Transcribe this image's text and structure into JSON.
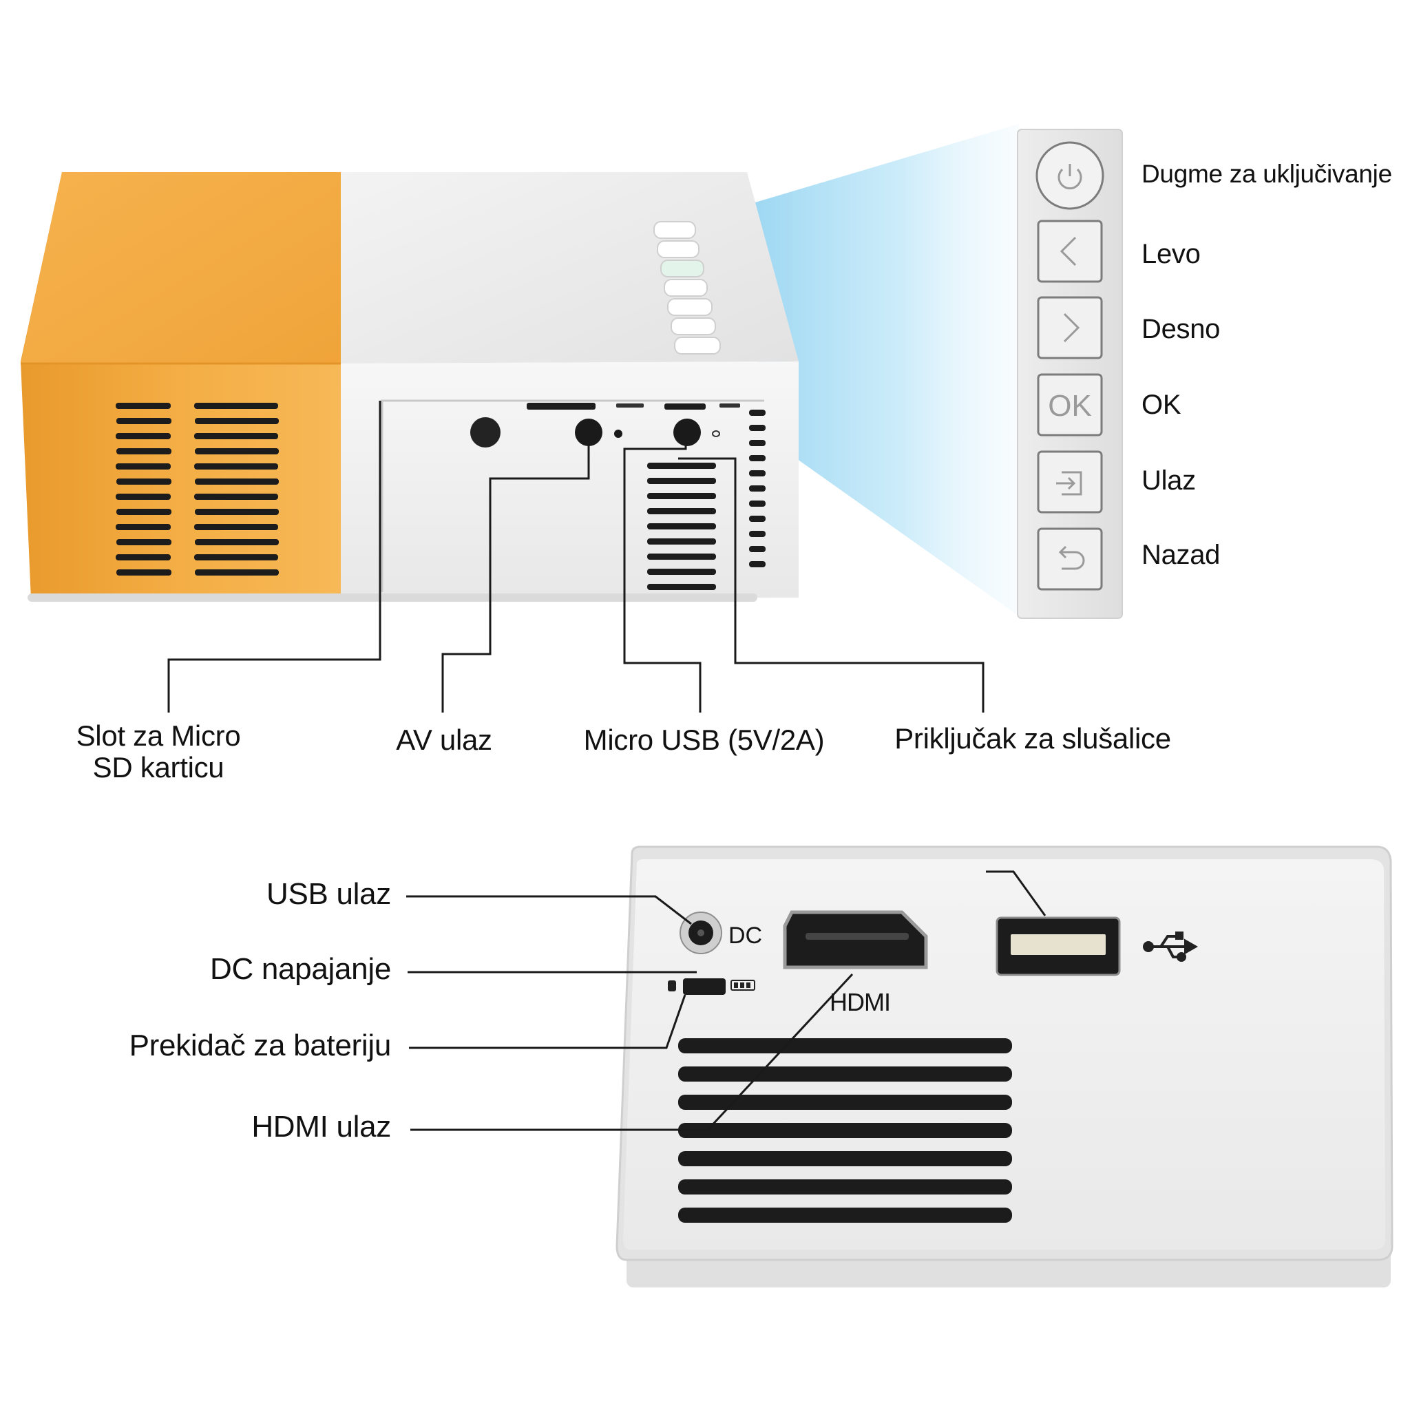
{
  "top_view": {
    "buttons": [
      {
        "id": "power",
        "label": "Dugme za uključivanje",
        "icon": "power-icon"
      },
      {
        "id": "left",
        "label": "Levo",
        "icon": "chevron-left-icon"
      },
      {
        "id": "right",
        "label": "Desno",
        "icon": "chevron-right-icon"
      },
      {
        "id": "ok",
        "label": "OK",
        "icon": "ok-text",
        "icon_text": "OK"
      },
      {
        "id": "input",
        "label": "Ulaz",
        "icon": "input-icon"
      },
      {
        "id": "back",
        "label": "Nazad",
        "icon": "back-icon"
      }
    ],
    "ports": [
      {
        "id": "micro-sd",
        "label": "Slot za Micro\nSD karticu"
      },
      {
        "id": "av",
        "label": "AV ulaz"
      },
      {
        "id": "micro-usb",
        "label": "Micro USB (5V/2A)"
      },
      {
        "id": "headphone",
        "label": "Priključak za slušalice"
      }
    ]
  },
  "back_view": {
    "callouts": [
      {
        "id": "usb",
        "label": "USB ulaz"
      },
      {
        "id": "dc",
        "label": "DC napajanje"
      },
      {
        "id": "battery",
        "label": "Prekidač za bateriju"
      },
      {
        "id": "hdmi",
        "label": "HDMI ulaz"
      }
    ],
    "panel_marks": {
      "dc": "DC",
      "hdmi": "HDMI"
    }
  },
  "colors": {
    "housing_orange": "#F2A83D",
    "housing_white": "#EDEDED",
    "projection_light": "#A9DDF5",
    "line": "#1A1A1A"
  }
}
